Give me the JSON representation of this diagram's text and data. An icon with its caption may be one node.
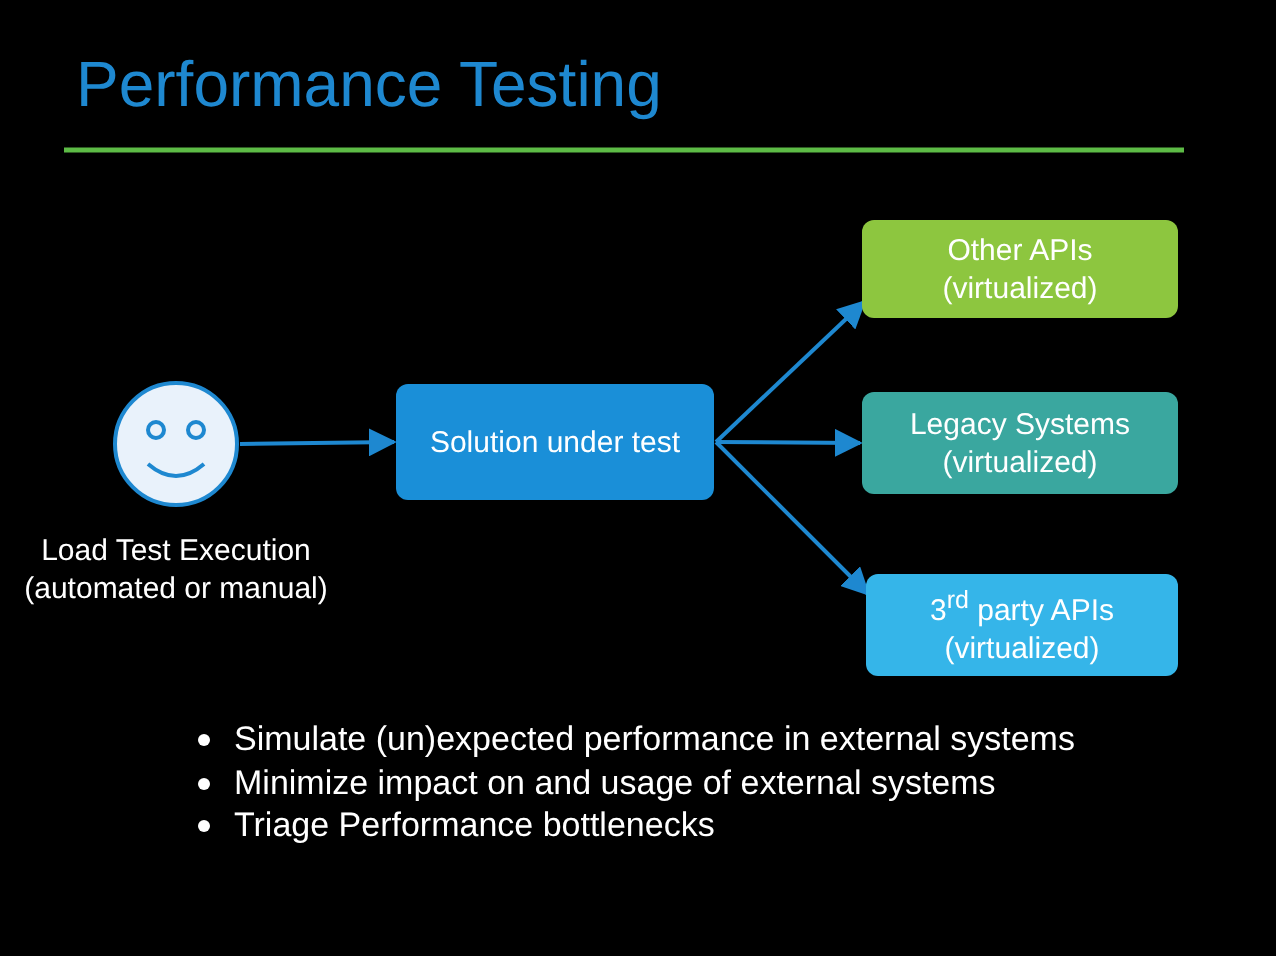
{
  "diagram": {
    "title": "Performance Testing",
    "nodes": [
      {
        "text": [],
        "shape": "circle",
        "beside": [
          "Load Test Execution (automated or manual)"
        ]
      },
      {
        "text": [
          "Solution under test"
        ]
      },
      {
        "text": [
          "Other APIs (virtualized)"
        ]
      },
      {
        "text": [
          "Legacy Systems (virtualized)"
        ]
      },
      {
        "text": [
          "3$^{rd}$ party APIs (virtualized)"
        ]
      }
    ],
    "edges": [
      {
        "from": 0,
        "to": 1,
        "arrow": "to"
      },
      {
        "from": 1,
        "to": 2,
        "arrow": "to"
      },
      {
        "from": 1,
        "to": 3,
        "arrow": "to"
      },
      {
        "from": 1,
        "to": 4,
        "arrow": "to"
      }
    ],
    "labels": [
      "Simulate (un)expected performance in external systems",
      "Minimize impact on and usage of external systems",
      "Triage Performance bottlenecks"
    ]
  }
}
